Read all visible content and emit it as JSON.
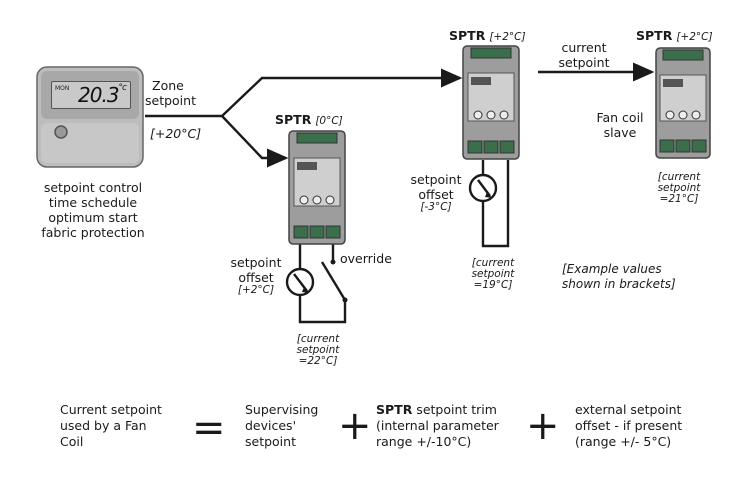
{
  "thermostat": {
    "display": "20.3",
    "unit": "°c",
    "lcd_small": "MON",
    "functions": [
      "setpoint control",
      "time schedule",
      "optimum start",
      "fabric protection"
    ]
  },
  "zone": {
    "label_line1": "Zone",
    "label_line2": "setpoint",
    "value": "[+20°C]"
  },
  "sptr1": {
    "name": "SPTR",
    "offset": "[0°C]",
    "setpoint_offset_1": "setpoint",
    "setpoint_offset_2": "offset",
    "setpoint_offset_value": "[+2°C]",
    "override": "override",
    "current_1": "[current",
    "current_2": "setpoint",
    "current_3": "=22°C]"
  },
  "sptr2": {
    "name": "SPTR",
    "offset": "[+2°C]",
    "setpoint_offset_1": "setpoint",
    "setpoint_offset_2": "offset",
    "setpoint_offset_value": "[-3°C]",
    "current_1": "[current",
    "current_2": "setpoint",
    "current_3": "=19°C]"
  },
  "link": {
    "line1": "current",
    "line2": "setpoint"
  },
  "sptr3": {
    "name": "SPTR",
    "offset": "[+2°C]",
    "role_1": "Fan coil",
    "role_2": "slave",
    "current_1": "[current",
    "current_2": "setpoint",
    "current_3": "=21°C]"
  },
  "note": {
    "line1": "[Example values",
    "line2": "shown in brackets]"
  },
  "equation": {
    "lhs": [
      "Current setpoint",
      "used by a Fan",
      "Coil"
    ],
    "equals": "=",
    "term1": [
      "Supervising",
      "devices'",
      "setpoint"
    ],
    "plus1": "+",
    "term2_bold": "SPTR",
    "term2_rest": " setpoint trim",
    "term2": [
      "(internal parameter",
      "range +/-10°C)"
    ],
    "plus2": "+",
    "term3": [
      "external setpoint",
      "offset - if present",
      "(range +/- 5°C)"
    ]
  }
}
